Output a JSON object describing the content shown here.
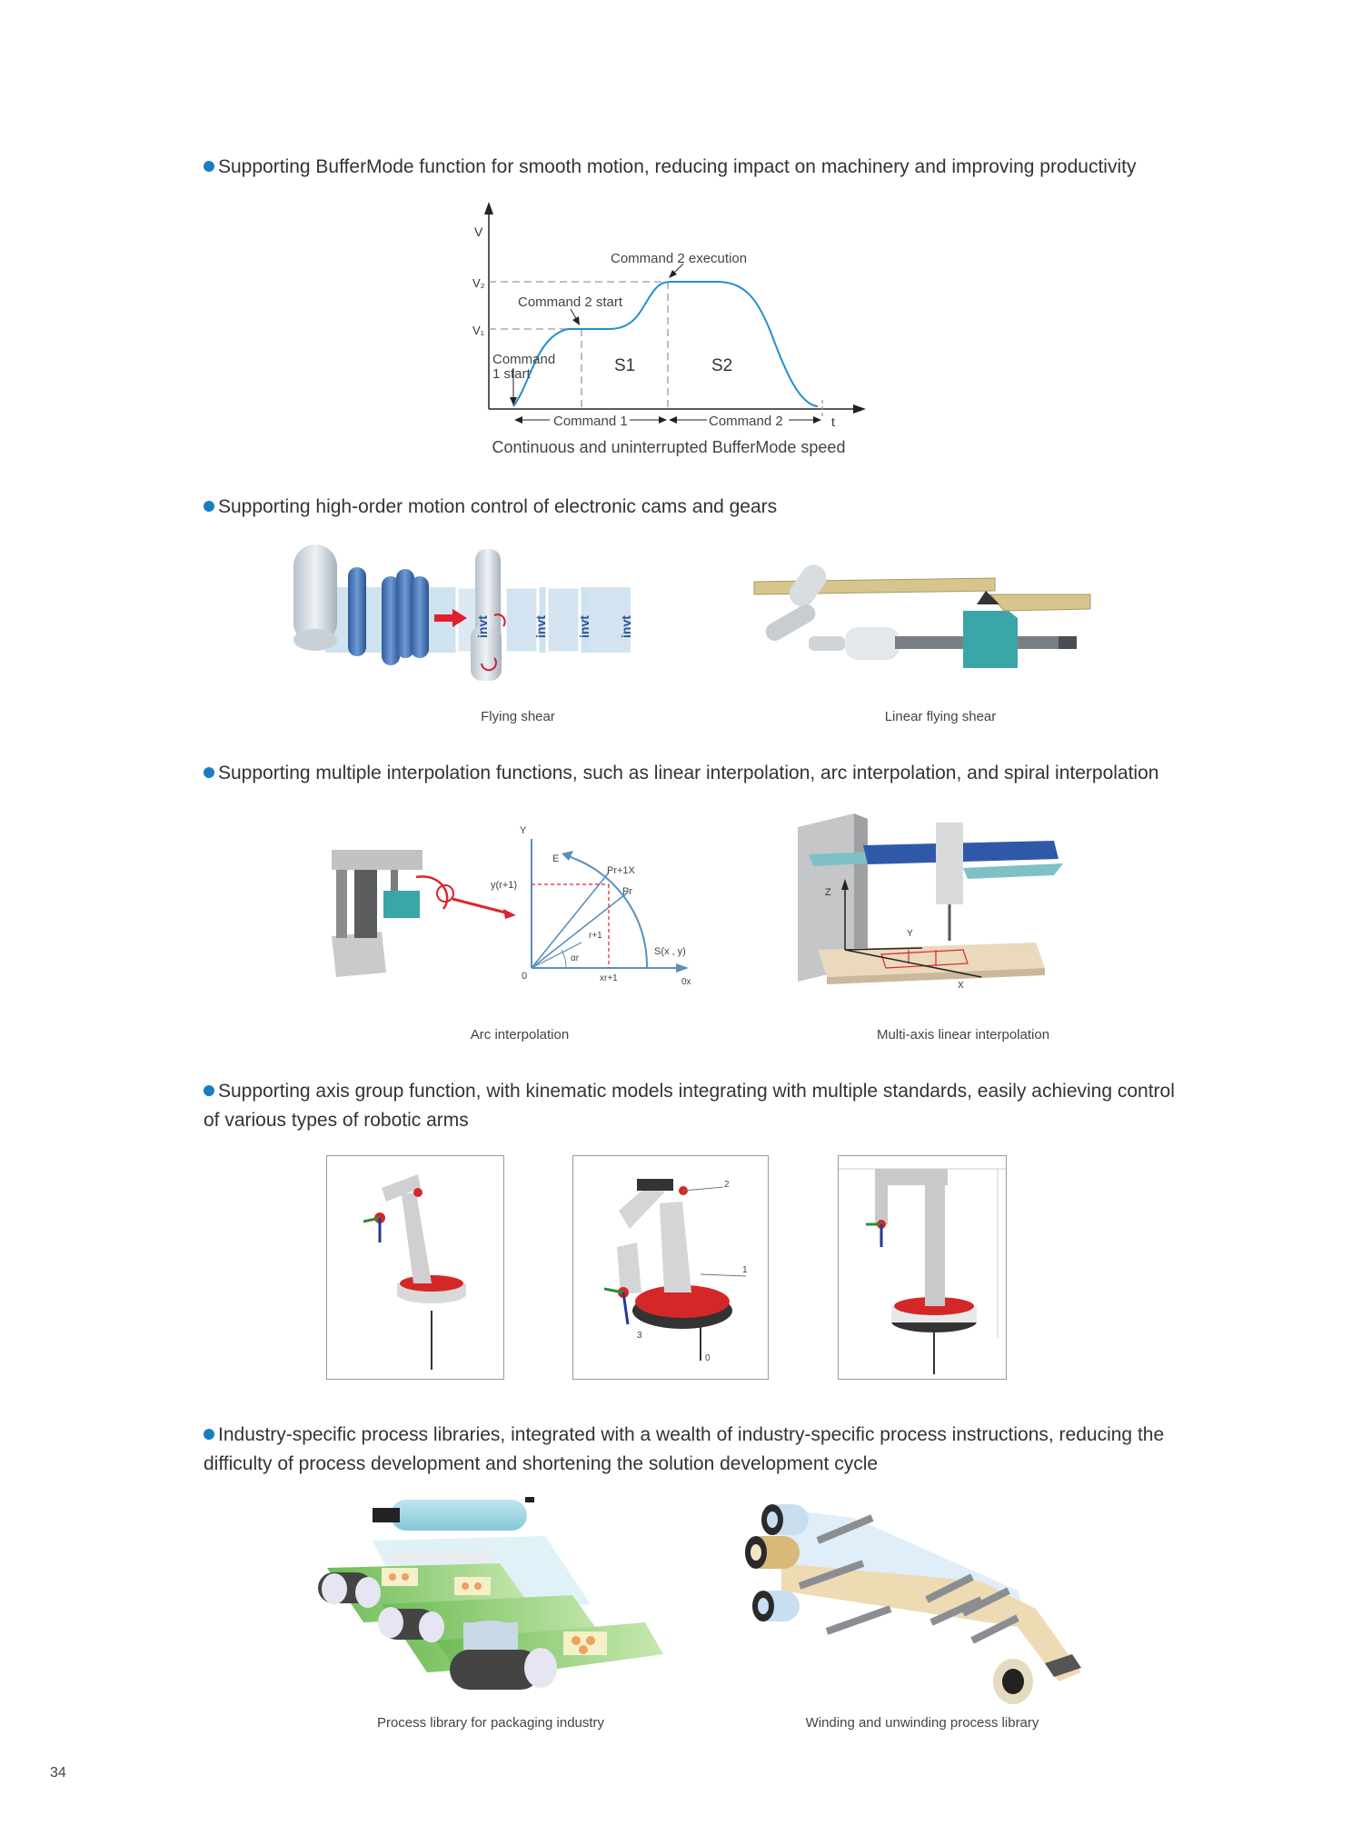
{
  "bullets": {
    "buffer": "Supporting BufferMode function for smooth motion, reducing impact on machinery and improving productivity",
    "cams": "Supporting high-order motion control of electronic cams and gears",
    "interp": "Supporting multiple interpolation functions, such as linear interpolation, arc interpolation, and spiral interpolation",
    "axis_line1": "Supporting axis group function, with kinematic models integrating with multiple standards, easily achieving control",
    "axis_line2": "of various types of robotic arms",
    "process_line1": "Industry-specific process libraries, integrated with a wealth of industry-specific process instructions, reducing the",
    "process_line2": "difficulty of process development and shortening the solution development cycle"
  },
  "speed_chart": {
    "y_axis": "V",
    "x_axis": "t",
    "v2": "V₂",
    "v1": "V₁",
    "cmd2_exec": "Command 2 execution",
    "cmd2_start": "Command 2 start",
    "cmd1_start_a": "Command",
    "cmd1_start_b": "1 start",
    "s1": "S1",
    "s2": "S2",
    "cmd1": "Command 1",
    "cmd2": "Command 2",
    "caption": "Continuous and uninterrupted BufferMode speed"
  },
  "shear": {
    "brand": "invt",
    "flying_caption": "Flying shear",
    "linear_caption": "Linear flying shear"
  },
  "arc_diagram": {
    "y": "Y",
    "e": "E",
    "pr1": "Pr+1X",
    "pr": "Pr",
    "yr1": "y(r+1)",
    "r1": "r+1",
    "s": "S(x , y)",
    "alpha": "αr",
    "xr1": "xr+1",
    "origin": "0",
    "ox": "0x"
  },
  "gantry": {
    "z": "Z",
    "y": "Y",
    "x": "X"
  },
  "interp_captions": {
    "arc": "Arc interpolation",
    "multi": "Multi-axis linear interpolation"
  },
  "robot_labels": {
    "two": "2",
    "one": "1",
    "three": "3",
    "zero": "0"
  },
  "process_captions": {
    "packaging": "Process library for packaging industry",
    "winding": "Winding and unwinding process library"
  },
  "page_number": "34"
}
